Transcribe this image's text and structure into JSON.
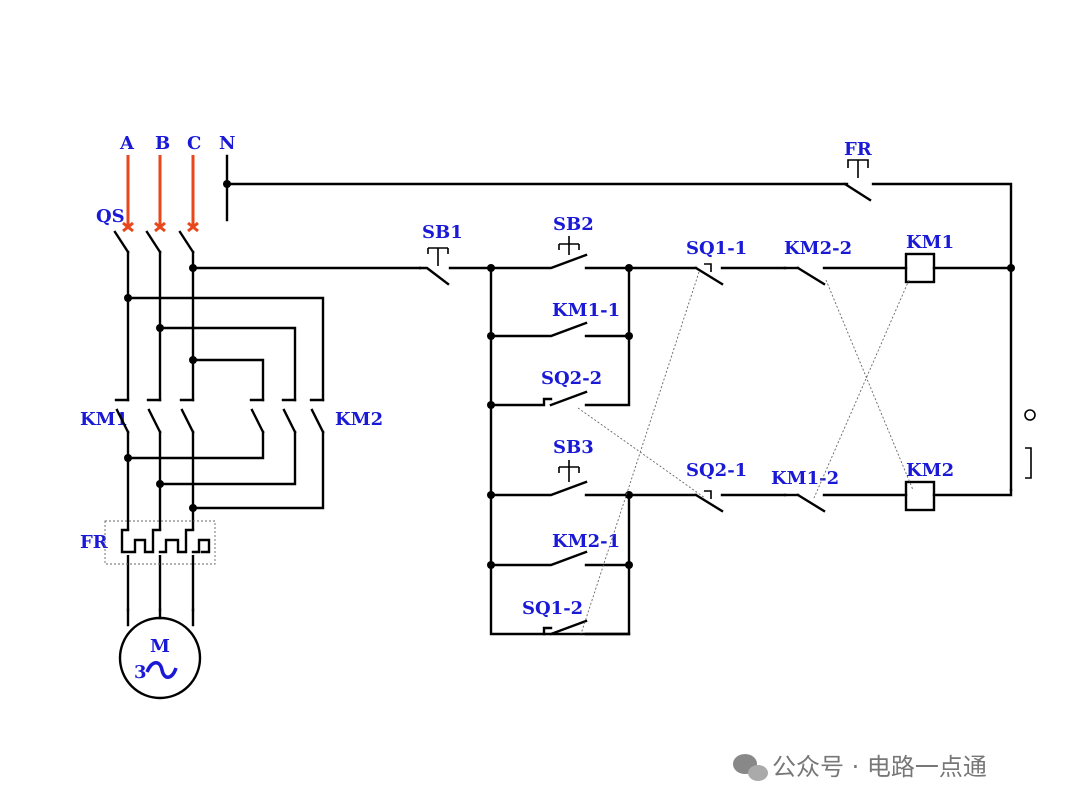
{
  "phases": {
    "a": "A",
    "b": "B",
    "c": "C",
    "n": "N"
  },
  "main_circuit": {
    "switch": "QS",
    "contactor_forward": "KM1",
    "contactor_reverse": "KM2",
    "overload": "FR",
    "motor_letter": "M",
    "motor_phase": "3",
    "motor_symbol": "~"
  },
  "control_circuit": {
    "overload_contact": "FR",
    "stop_button": "SB1",
    "forward_button": "SB2",
    "reverse_button": "SB3",
    "km1_hold": "KM1-1",
    "km2_hold": "KM2-1",
    "sq2_2": "SQ2-2",
    "sq1_2": "SQ1-2",
    "sq1_1": "SQ1-1",
    "sq2_1": "SQ2-1",
    "km2_interlock": "KM2-2",
    "km1_interlock": "KM1-2",
    "coil_km1": "KM1",
    "coil_km2": "KM2"
  },
  "watermark": "公众号 · 电路一点通",
  "colors": {
    "label": "#1a1ad6",
    "phase_line": "#e8461b",
    "wire": "#000000"
  }
}
